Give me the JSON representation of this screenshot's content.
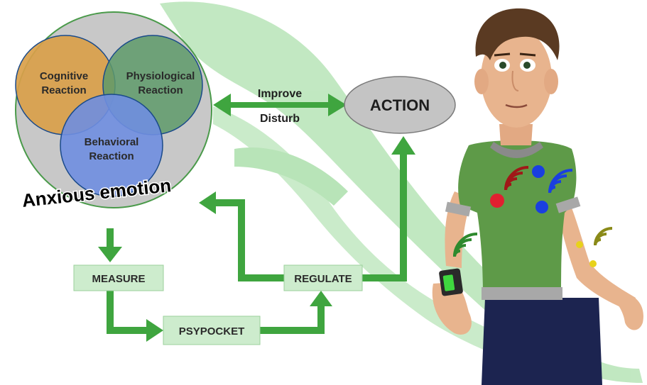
{
  "venn": {
    "cognitive_line1": "Cognitive",
    "cognitive_line2": "Reaction",
    "physiological_line1": "Physiological",
    "physiological_line2": "Reaction",
    "behavioral_line1": "Behavioral",
    "behavioral_line2": "Reaction",
    "title": "Anxious emotion"
  },
  "links": {
    "improve": "Improve",
    "disturb": "Disturb"
  },
  "action": "ACTION",
  "boxes": {
    "measure": "MEASURE",
    "psypocket": "PSYPOCKET",
    "regulate": "REGULATE"
  },
  "colors": {
    "arrow_green": "#3fa53f",
    "box_fill": "#cdeccd",
    "cognitive": "#d9a04a",
    "physiological": "#5e9a6a",
    "behavioral": "#6f8ee0",
    "outer_circle": "#c8c8c8",
    "sensor_red": "#e02030",
    "sensor_blue": "#1a3fe0",
    "sensor_yellow": "#e8d21a"
  },
  "icons": {
    "character": "character-figure",
    "wifi_signal": "wifi-signal-icon",
    "wristband": "wristband-icon"
  }
}
